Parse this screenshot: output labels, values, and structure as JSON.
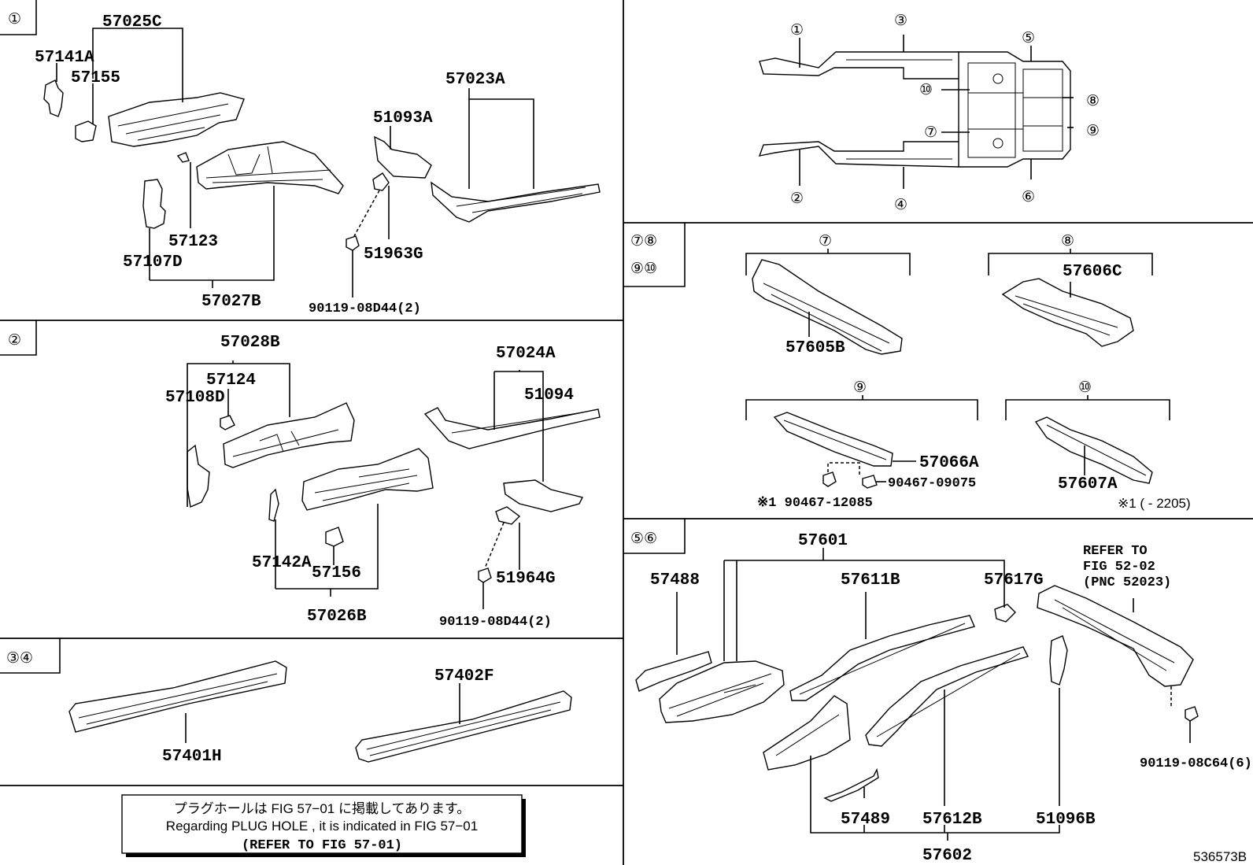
{
  "sections": {
    "s1": {
      "marker": "①"
    },
    "s2": {
      "marker": "②"
    },
    "s34": {
      "marker": "③④"
    },
    "s78910": {
      "marker_row1": "⑦⑧",
      "marker_row2": "⑨⑩"
    },
    "s56": {
      "marker": "⑤⑥"
    }
  },
  "overview": {
    "callouts": [
      "①",
      "②",
      "③",
      "④",
      "⑤",
      "⑥",
      "⑦",
      "⑧",
      "⑨",
      "⑩"
    ]
  },
  "part_labels": {
    "p57025C": "57025C",
    "p57141A": "57141A",
    "p57155": "57155",
    "p57023A": "57023A",
    "p51093A": "51093A",
    "p57123": "57123",
    "p57107D": "57107D",
    "p51963G": "51963G",
    "p57027B": "57027B",
    "p90119_08D44_a": "90119-08D44(2)",
    "p57028B": "57028B",
    "p57124": "57124",
    "p57108D": "57108D",
    "p57024A": "57024A",
    "p51094": "51094",
    "p57142A": "57142A",
    "p57156": "57156",
    "p51964G": "51964G",
    "p57026B": "57026B",
    "p90119_08D44_b": "90119-08D44(2)",
    "p57401H": "57401H",
    "p57402F": "57402F",
    "p57605B": "57605B",
    "p57606C": "57606C",
    "p57066A": "57066A",
    "p90467_09075": "90467-09075",
    "p90467_12085": "※1 90467-12085",
    "p57607A": "57607A",
    "note_range": "※1 (       - 2205)",
    "p57601": "57601",
    "p57488": "57488",
    "p57611B": "57611B",
    "p57617G": "57617G",
    "refer_line1": "REFER TO",
    "refer_line2": "FIG 52-02",
    "refer_line3": "(PNC 52023)",
    "p90119_08C64": "90119-08C64(6)",
    "p57489": "57489",
    "p57612B": "57612B",
    "p51096B": "51096B",
    "p57602": "57602"
  },
  "subgroup_markers": {
    "g7": "⑦",
    "g8": "⑧",
    "g9": "⑨",
    "g10": "⑩"
  },
  "plug_note": {
    "line1": "プラグホールは FIG 57−01 に掲載してあります。",
    "line2": "Regarding  PLUG  HOLE , it is indicated in FIG  57−01",
    "line3": "(REFER TO FIG 57-01)"
  },
  "figure_id": "536573B"
}
